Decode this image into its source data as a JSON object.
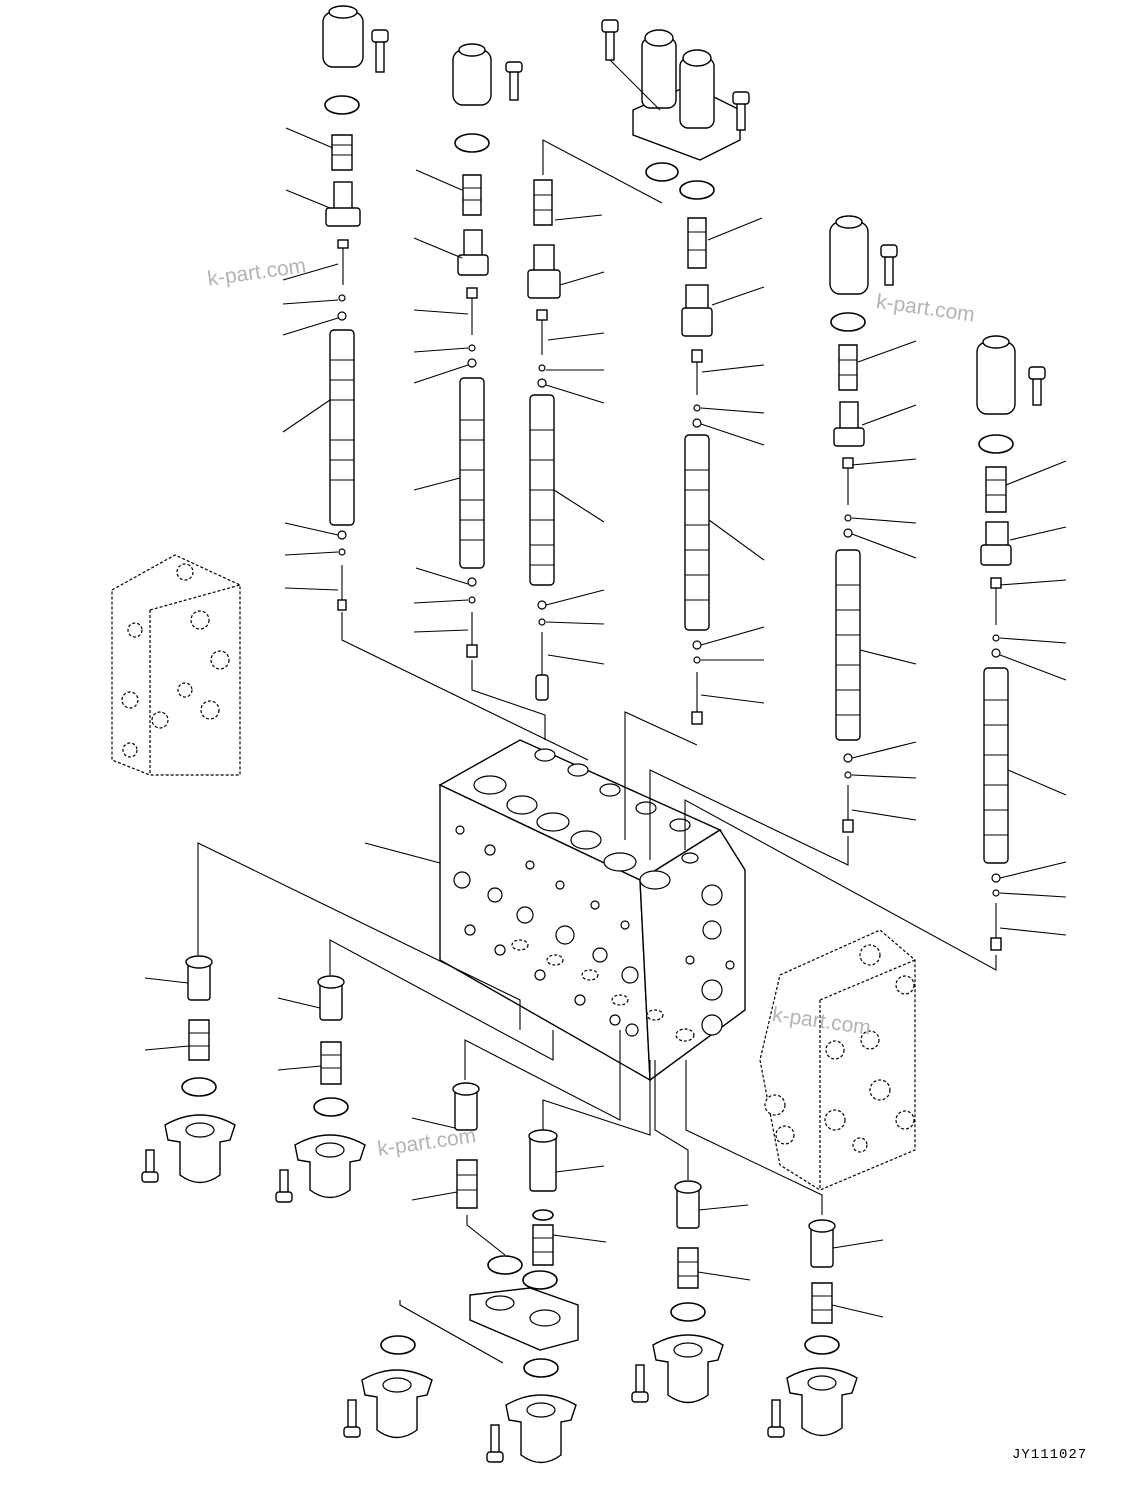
{
  "diagram": {
    "drawing_code": "JY111027",
    "watermarks": [
      "k-part.com",
      "k-part.com",
      "k-part.com",
      "k-part.com"
    ]
  }
}
